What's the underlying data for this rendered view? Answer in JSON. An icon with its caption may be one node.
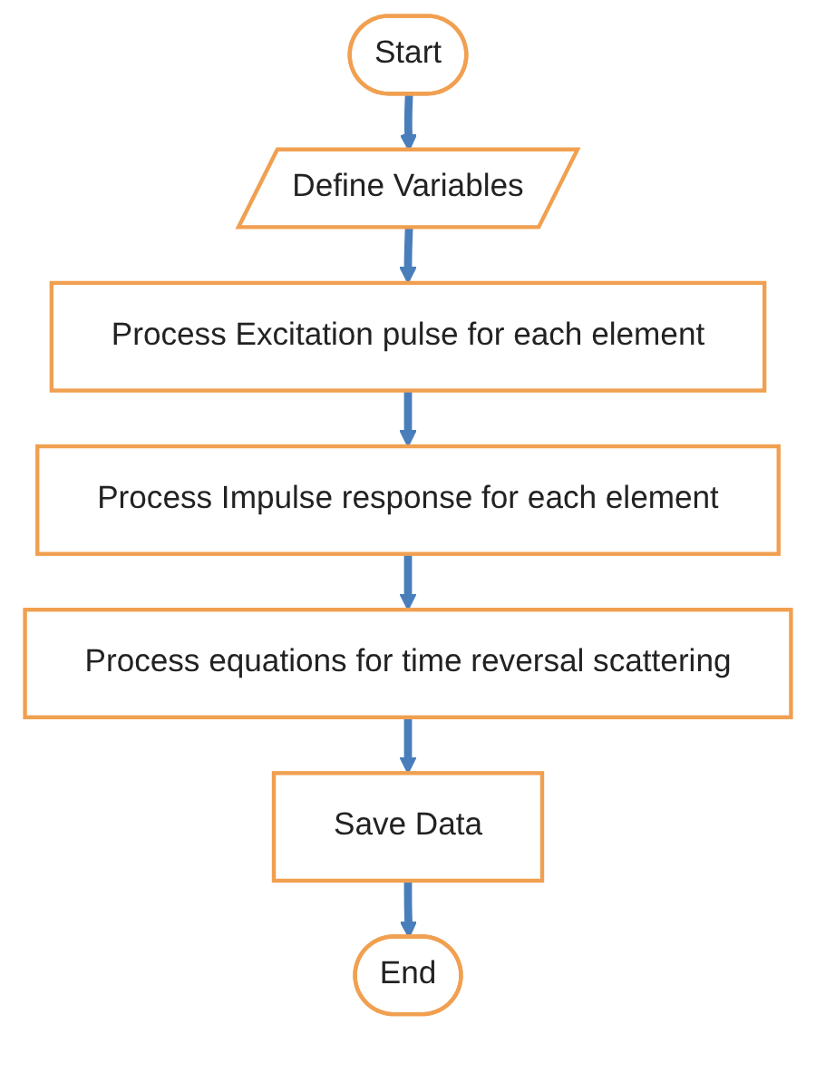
{
  "diagram": {
    "nodes": [
      {
        "text": [
          "Start"
        ]
      },
      {
        "text": [
          "Define Variables"
        ]
      },
      {
        "text": [
          "Process Excitation pulse for each element"
        ]
      },
      {
        "text": [
          "Process Impulse response for each element"
        ]
      },
      {
        "text": [
          "Process equations for time reversal scattering"
        ]
      },
      {
        "text": [
          "Save Data"
        ]
      },
      {
        "text": [
          "End"
        ]
      }
    ],
    "edges": [
      {
        "from": 0,
        "to": 1,
        "arrow": "to"
      },
      {
        "from": 1,
        "to": 2,
        "arrow": "to"
      },
      {
        "from": 2,
        "to": 3,
        "arrow": "to"
      },
      {
        "from": 3,
        "to": 4,
        "arrow": "to"
      },
      {
        "from": 4,
        "to": 5,
        "arrow": "to"
      },
      {
        "from": 5,
        "to": 6,
        "arrow": "to"
      }
    ]
  }
}
